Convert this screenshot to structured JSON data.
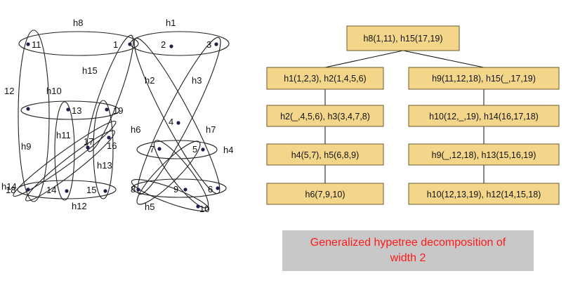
{
  "hypergraph": {
    "vertices": [
      {
        "id": "v1",
        "label": "1"
      },
      {
        "id": "v2",
        "label": "2"
      },
      {
        "id": "v3",
        "label": "3"
      },
      {
        "id": "v4",
        "label": "4"
      },
      {
        "id": "v5",
        "label": "5"
      },
      {
        "id": "v6",
        "label": "6"
      },
      {
        "id": "v7",
        "label": "7"
      },
      {
        "id": "v8",
        "label": "8"
      },
      {
        "id": "v9",
        "label": "9"
      },
      {
        "id": "v10",
        "label": "10"
      },
      {
        "id": "v11",
        "label": "11"
      },
      {
        "id": "v13",
        "label": "13"
      },
      {
        "id": "v14",
        "label": "14"
      },
      {
        "id": "v15",
        "label": "15"
      },
      {
        "id": "v16",
        "label": "16"
      },
      {
        "id": "v17",
        "label": "17"
      },
      {
        "id": "v18",
        "label": "18"
      },
      {
        "id": "v19",
        "label": "19"
      }
    ],
    "vertex_12_label": "12",
    "edge_labels": [
      "h1",
      "h2",
      "h3",
      "h4",
      "h5",
      "h6",
      "h7",
      "h8",
      "h9",
      "h10",
      "h11",
      "h12",
      "h13",
      "h14",
      "h15"
    ]
  },
  "decomposition": {
    "root": "h8(1,11), h15(17,19)",
    "left_branch": [
      "h1(1,2,3), h2(1,4,5,6)",
      "h2(_,4,5,6), h3(3,4,7,8)",
      "h4(5,7), h5(6,8,9)",
      "h6(7,9,10)"
    ],
    "right_branch": [
      "h9(11,12,18), h15(_,17,19)",
      "h10(12,_,19), h14(16,17,18)",
      "h9(_,12,18), h13(15,16,19)",
      "h10(12,13,19), h12(14,15,18)"
    ]
  },
  "caption": {
    "line1": "Generalized hypetree decomposition of",
    "line2": "width 2"
  },
  "colors": {
    "node_fill": "#f3d68a",
    "node_border": "#6b5a2a",
    "dot": "#2a1a4a",
    "caption_bg": "#c8c8c8",
    "caption_text": "#ff1a1a"
  }
}
